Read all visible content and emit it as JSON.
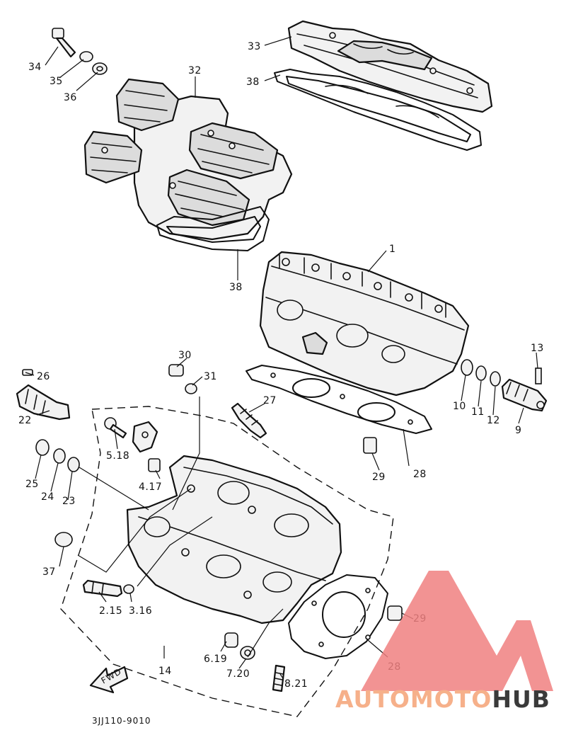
{
  "diagram": {
    "code": "3JJ110-9010",
    "fwd": "FWD",
    "labels": {
      "l1": "1",
      "l2": "2.15",
      "l3": "3.16",
      "l4": "4.17",
      "l5": "5.18",
      "l6": "6.19",
      "l7": "7.20",
      "l8": "8.21",
      "l9": "9",
      "l10": "10",
      "l11": "11",
      "l12": "12",
      "l13": "13",
      "l14": "14",
      "l22": "22",
      "l23": "23",
      "l24": "24",
      "l25": "25",
      "l26": "26",
      "l27": "27",
      "l28a": "28",
      "l28b": "28",
      "l29a": "29",
      "l29b": "29",
      "l30": "30",
      "l31": "31",
      "l32": "32",
      "l33": "33",
      "l34": "34",
      "l35": "35",
      "l36": "36",
      "l37": "37",
      "l38a": "38",
      "l38b": "38"
    }
  },
  "watermark": {
    "word_light": "AUTOMOTO",
    "word_dark": "HUB",
    "color_light": "#f6b08a",
    "color_dark": "#3a3a3a",
    "color_triangle": "#f08080"
  }
}
